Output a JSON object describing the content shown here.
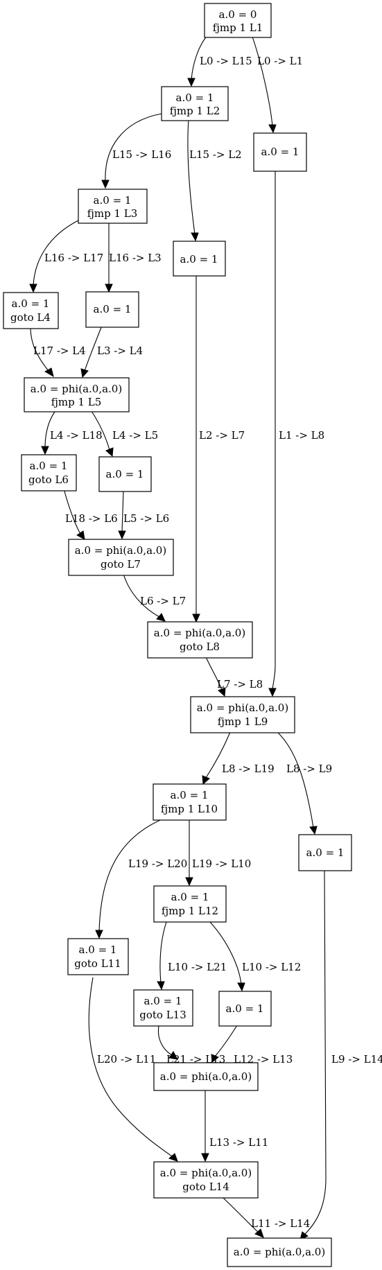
{
  "nodes": {
    "n0": [
      "a.0 = 0",
      "fjmp 1 L1"
    ],
    "n1": [
      "a.0 = 1",
      "fjmp 1 L2"
    ],
    "n2": [
      "a.0 = 1"
    ],
    "n3": [
      "a.0 = 1",
      "fjmp 1 L3"
    ],
    "n4": [
      "a.0 = 1"
    ],
    "n5": [
      "a.0 = 1",
      "goto L4"
    ],
    "n6": [
      "a.0 = 1"
    ],
    "n7": [
      "a.0 = phi(a.0,a.0)",
      "fjmp 1 L5"
    ],
    "n8": [
      "a.0 = 1",
      "goto L6"
    ],
    "n9": [
      "a.0 = 1"
    ],
    "n10": [
      "a.0 = phi(a.0,a.0)",
      "goto L7"
    ],
    "n11": [
      "a.0 = phi(a.0,a.0)",
      "goto L8"
    ],
    "n12": [
      "a.0 = phi(a.0,a.0)",
      "fjmp 1 L9"
    ],
    "n13": [
      "a.0 = 1",
      "fjmp 1 L10"
    ],
    "n14": [
      "a.0 = 1"
    ],
    "n15": [
      "a.0 = 1",
      "fjmp 1 L12"
    ],
    "n16": [
      "a.0 = 1",
      "goto L11"
    ],
    "n17": [
      "a.0 = 1",
      "goto L13"
    ],
    "n18": [
      "a.0 = 1"
    ],
    "n19": [
      "a.0 = phi(a.0,a.0)"
    ],
    "n20": [
      "a.0 = phi(a.0,a.0)",
      "goto L14"
    ],
    "n21": [
      "a.0 = phi(a.0,a.0)"
    ]
  },
  "edges": {
    "e1": "L0 -> L15",
    "e2": "L0 -> L1",
    "e3": "L15 -> L16",
    "e4": "L15 -> L2",
    "e5": "L1 -> L8",
    "e6": "L16 -> L17",
    "e7": "L16 -> L3",
    "e8": "L2 -> L7",
    "e9": "L17 -> L4",
    "e10": "L3 -> L4",
    "e11": "L4 -> L18",
    "e12": "L4 -> L5",
    "e13": "L18 -> L6",
    "e14": "L5 -> L6",
    "e15": "L6 -> L7",
    "e16": "L7 -> L8",
    "e17": "L8 -> L19",
    "e18": "L8 -> L9",
    "e19": "L19 -> L20",
    "e20": "L19 -> L10",
    "e21": "L9 -> L14",
    "e22": "L10 -> L21",
    "e23": "L10 -> L12",
    "e24": "L20 -> L11",
    "e25": "L21 -> L13",
    "e26": "L12 -> L13",
    "e27": "L13 -> L11",
    "e28": "L11 -> L14"
  }
}
